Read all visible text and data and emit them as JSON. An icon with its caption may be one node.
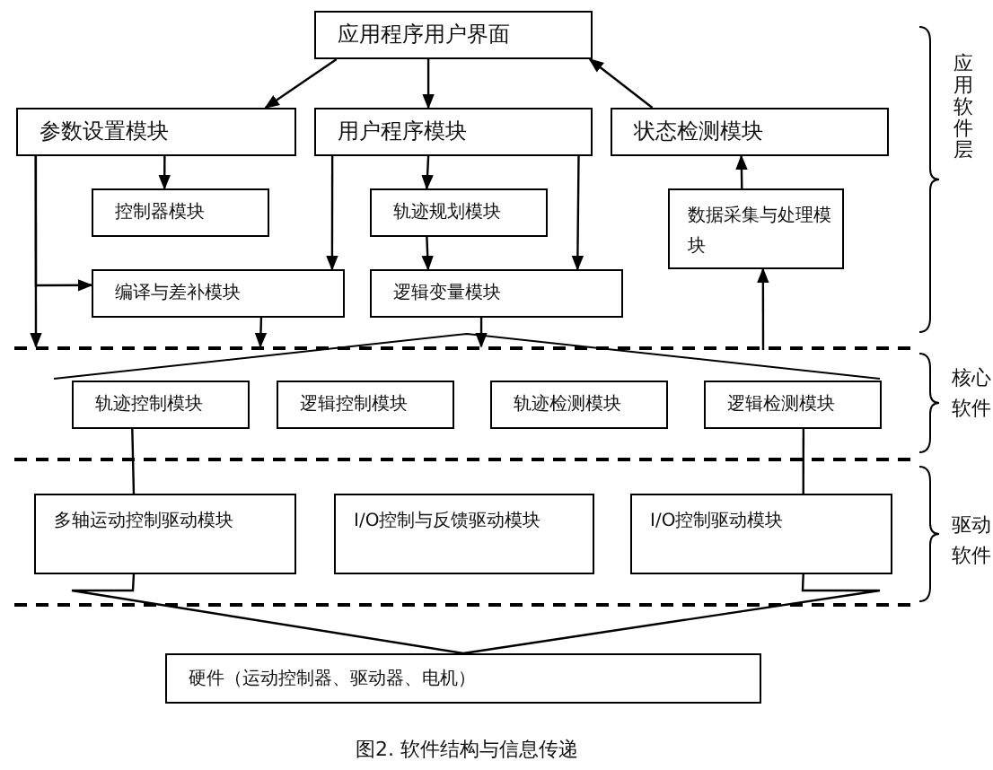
{
  "diagram": {
    "caption": "图2. 软件结构与信息传递",
    "nodes": [
      {
        "text": [
          "应用程序用户界面"
        ]
      },
      {
        "text": [
          "参数设置模块"
        ]
      },
      {
        "text": [
          "用户程序模块"
        ]
      },
      {
        "text": [
          "状态检测模块"
        ]
      },
      {
        "text": [
          "控制器模块"
        ]
      },
      {
        "text": [
          "轨迹规划模块"
        ]
      },
      {
        "text": [
          "数据采集与处理模块"
        ]
      },
      {
        "text": [
          "编译与差补模块"
        ]
      },
      {
        "text": [
          "逻辑变量模块"
        ]
      },
      {
        "text": [
          "轨迹控制模块"
        ]
      },
      {
        "text": [
          "逻辑控制模块"
        ]
      },
      {
        "text": [
          "轨迹检测模块"
        ]
      },
      {
        "text": [
          "逻辑检测模块"
        ]
      },
      {
        "text": [
          "多轴运动控制驱动模块"
        ]
      },
      {
        "text": [
          "I/O控制与反馈驱动模块"
        ]
      },
      {
        "text": [
          "I/O控制驱动模块"
        ]
      },
      {
        "text": [
          "硬件（运动控制器、驱动器、电机）"
        ]
      }
    ],
    "edges": [
      {
        "from": 0,
        "to": 1,
        "arrow": "to"
      },
      {
        "from": 0,
        "to": 2,
        "arrow": "to"
      },
      {
        "from": 3,
        "to": 0,
        "arrow": "to"
      },
      {
        "from": 1,
        "to": 4,
        "arrow": "to"
      },
      {
        "from": 1,
        "to": 7,
        "arrow": "to"
      },
      {
        "from": 1,
        "to": null,
        "arrow": "to"
      },
      {
        "from": 2,
        "to": 7,
        "arrow": "to"
      },
      {
        "from": 2,
        "to": 5,
        "arrow": "to"
      },
      {
        "from": 2,
        "to": 8,
        "arrow": "to"
      },
      {
        "from": 5,
        "to": 8,
        "arrow": "to"
      },
      {
        "from": 7,
        "to": null,
        "arrow": "to"
      },
      {
        "from": 8,
        "to": null,
        "arrow": "to"
      },
      {
        "from": null,
        "to": 6,
        "arrow": "to"
      },
      {
        "from": 6,
        "to": 3,
        "arrow": "to"
      },
      {
        "from": 9,
        "to": 13,
        "arrow": "none"
      },
      {
        "from": 12,
        "to": 15,
        "arrow": "none"
      },
      {
        "from": 13,
        "to": 16,
        "arrow": "none"
      },
      {
        "from": 15,
        "to": 16,
        "arrow": "none"
      }
    ],
    "labels": [
      "应用软件层",
      "核心软件",
      "驱动软件"
    ]
  }
}
